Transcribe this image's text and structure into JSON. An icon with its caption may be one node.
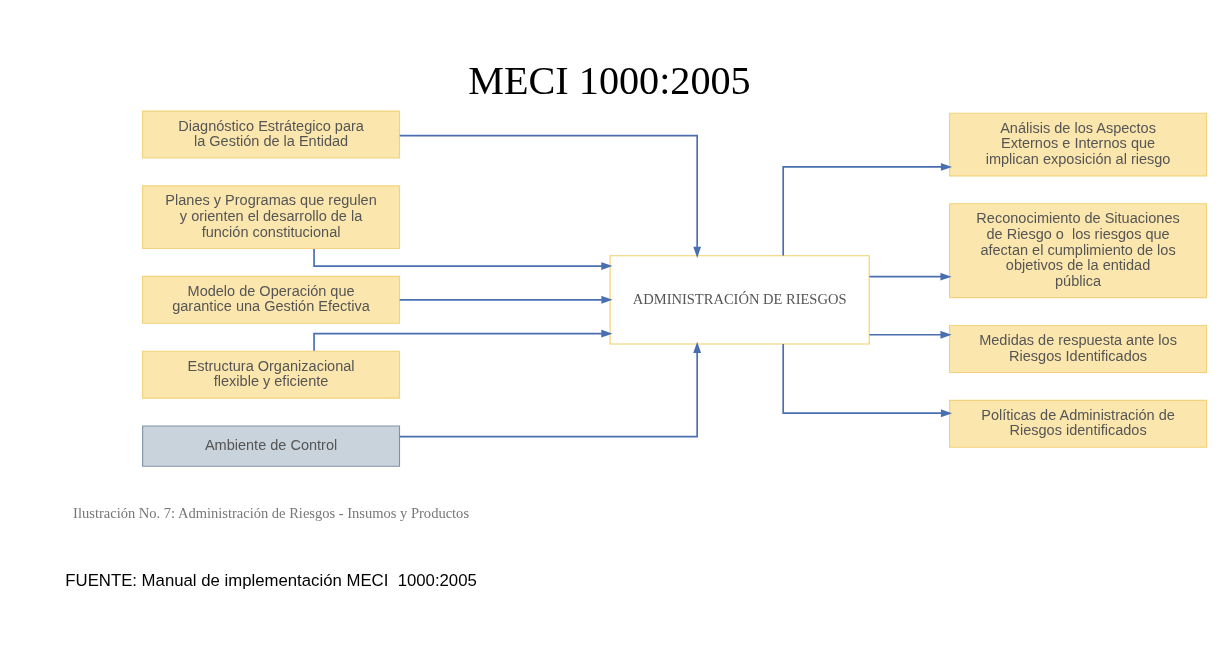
{
  "diagram": {
    "title": "MECI 1000:2005",
    "caption": "Ilustración No. 7: Administración de Riesgos - Insumos y Productos",
    "nodes": [
      {
        "text": [
          "Diagnóstico Estrátegico para la Gestión de la Entidad"
        ]
      },
      {
        "text": [
          "Planes y Programas que regulen y orienten el desarrollo de la función constitucional"
        ]
      },
      {
        "text": [
          "Modelo de Operación que garantice una Gestión Efectiva"
        ]
      },
      {
        "text": [
          "Estructura Organizacional flexible y eficiente"
        ]
      },
      {
        "text": [
          "Ambiente de Control"
        ]
      },
      {
        "text": [
          "ADMINISTRACIÓN DE RIESGOS"
        ]
      },
      {
        "text": [
          "Análisis de los Aspectos Externos e Internos que implican exposición al riesgo"
        ]
      },
      {
        "text": [
          "Reconocimiento de Situaciones de Riesgo o  los riesgos que afectan el cumplimiento de los objetivos de la entidad pública"
        ]
      },
      {
        "text": [
          "Medidas de respuesta ante los Riesgos Identificados"
        ]
      },
      {
        "text": [
          "Políticas de Administración de Riesgos identificados"
        ]
      }
    ],
    "edges": [
      {
        "from": 0,
        "to": 5,
        "arrow": "to"
      },
      {
        "from": 1,
        "to": 5,
        "arrow": "to"
      },
      {
        "from": 2,
        "to": 5,
        "arrow": "to"
      },
      {
        "from": 3,
        "to": 5,
        "arrow": "to"
      },
      {
        "from": 4,
        "to": 5,
        "arrow": "to"
      },
      {
        "from": 5,
        "to": 6,
        "arrow": "to"
      },
      {
        "from": 5,
        "to": 7,
        "arrow": "to"
      },
      {
        "from": 5,
        "to": 8,
        "arrow": "to"
      },
      {
        "from": 5,
        "to": 9,
        "arrow": "to"
      }
    ],
    "labels": [
      "FUENTE: Manual de implementación MECI  1000:2005"
    ]
  }
}
